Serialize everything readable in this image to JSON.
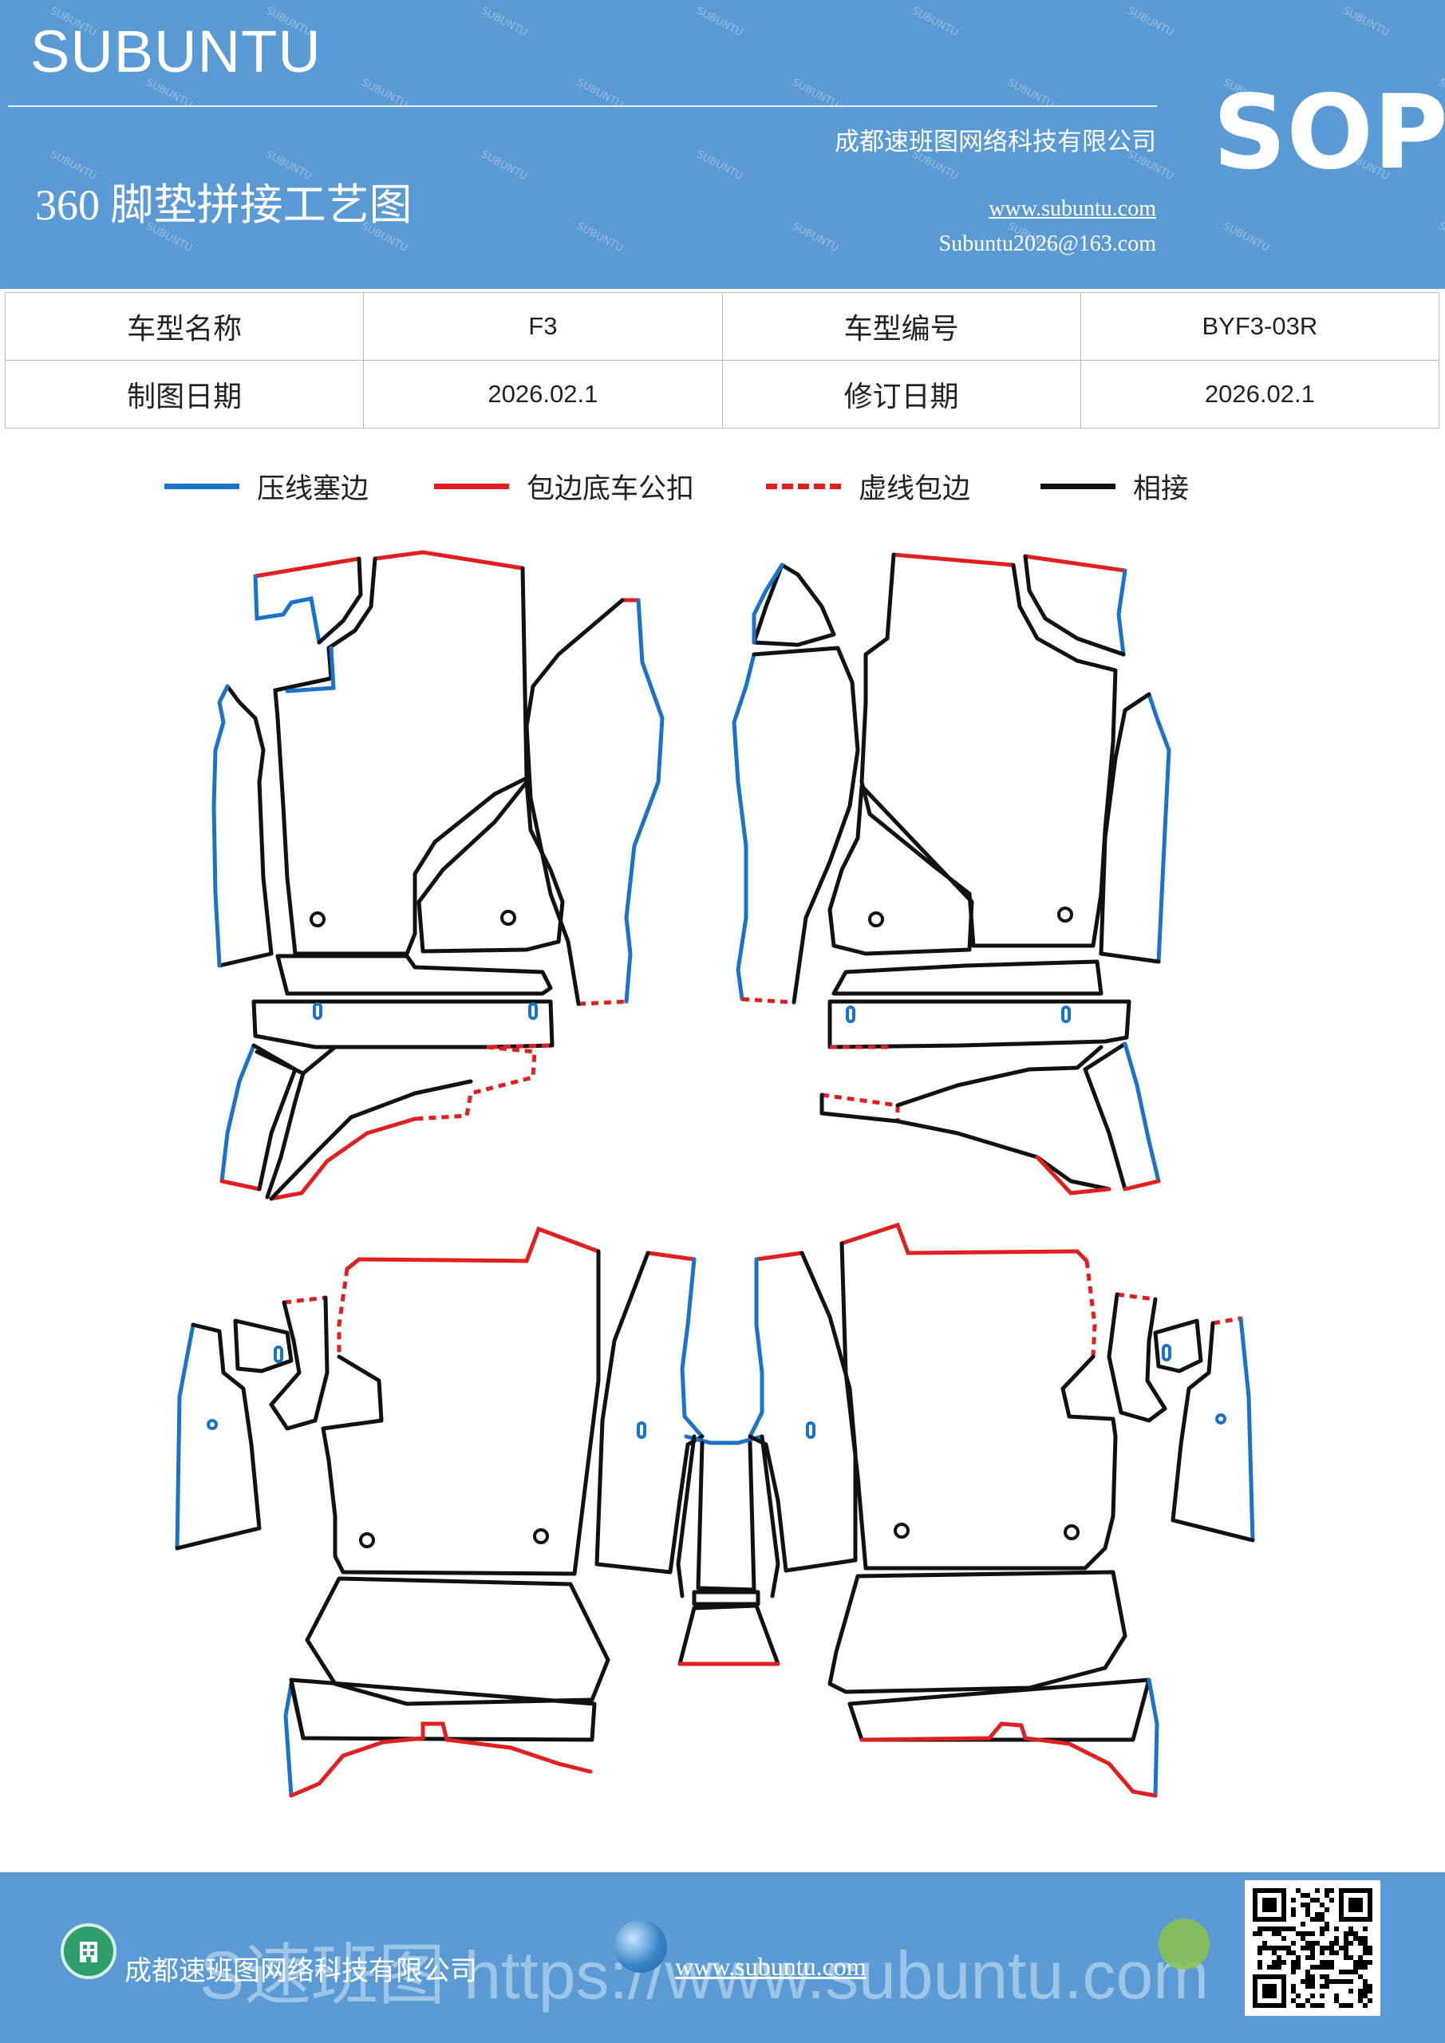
{
  "header": {
    "brand": "SUBUNTU",
    "title": "360 脚垫拼接工艺图",
    "company": "成都速班图网络科技有限公司",
    "website": "www.subuntu.com",
    "email": "Subuntu2026@163.com",
    "sop": "SOP"
  },
  "info_table": {
    "rows": [
      [
        {
          "label": "车型名称"
        },
        {
          "value": "F3"
        },
        {
          "label": "车型编号"
        },
        {
          "value": "BYF3-03R"
        }
      ],
      [
        {
          "label": "制图日期"
        },
        {
          "value": "2026.02.1"
        },
        {
          "label": "修订日期"
        },
        {
          "value": "2026.02.1"
        }
      ]
    ]
  },
  "legend": [
    {
      "label": "压线塞边",
      "color": "#1a73c7",
      "style": "solid"
    },
    {
      "label": "包边底车公扣",
      "color": "#e02020",
      "style": "solid"
    },
    {
      "label": "虚线包边",
      "color": "#e02020",
      "style": "dashed"
    },
    {
      "label": "相接",
      "color": "#111111",
      "style": "solid"
    }
  ],
  "footer": {
    "company": "成都速班图网络科技有限公司",
    "website": "www.subuntu.com",
    "watermark": "S速班图 https://www.subuntu.com",
    "qr_icon": "qr-code-icon",
    "building_icon": "building-icon",
    "globe_icon": "globe-icon"
  },
  "colors": {
    "header_bg": "#5b9bd5",
    "blue_edge": "#1a73c7",
    "red_edge": "#e02020",
    "black_edge": "#111111"
  }
}
